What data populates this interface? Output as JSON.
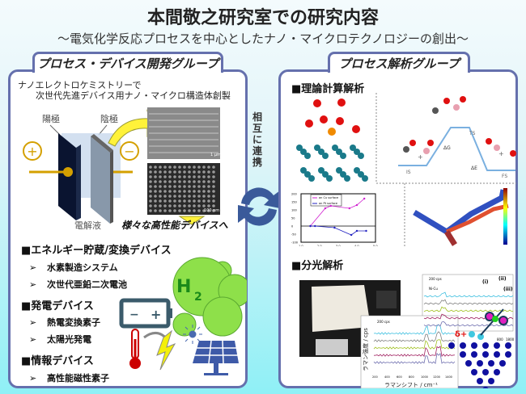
{
  "header": {
    "title": "本間敬之研究室での研究内容",
    "subtitle": "～電気化学反応プロセスを中心としたナノ・マイクロテクノロジーの創出～"
  },
  "left": {
    "tab": "プロセス・デバイス開発グループ",
    "intro1": "ナノエレクトロケミストリーで",
    "intro2": "次世代先進デバイス用ナノ・マイクロ構造体創製",
    "anode": "陽極",
    "cathode": "陰極",
    "electrolyte": "電解液",
    "plus": "+",
    "minus": "−",
    "sem_scale1": "1 μm",
    "sem_scale2": "100 nm",
    "to_devices": "様々な高性能デバイスへ",
    "sections": [
      {
        "title": "■エネルギー貯蔵/変換デバイス",
        "items": [
          "水素製造システム",
          "次世代亜鉛二次電池"
        ]
      },
      {
        "title": "■発電デバイス",
        "items": [
          "熱電変換素子",
          "太陽光発電"
        ]
      },
      {
        "title": "■情報デバイス",
        "items": [
          "高性能磁性素子"
        ]
      }
    ],
    "h2": "H",
    "h2_sub": "2",
    "battery_minus": "−",
    "battery_plus": "+",
    "bullet": "➢"
  },
  "center": {
    "link": "相互に連携"
  },
  "right": {
    "tab": "プロセス解析グループ",
    "calc_title": "■理論計算解析",
    "energy": {
      "ts": "TS",
      "is": "IS",
      "fs": "FS",
      "dg": "ΔG",
      "de": "ΔE",
      "plus": "+"
    },
    "chart": {
      "legend": [
        "on Cu surface",
        "on Pt surface"
      ],
      "yticks": [
        "200",
        "150",
        "100",
        "50",
        "0",
        "-50",
        "-100"
      ],
      "xticks": [
        "1.0",
        "2.0",
        "3.0",
        "4.0",
        "5.0"
      ],
      "series": [
        {
          "name": "on Cu surface",
          "color": "#d020d0",
          "x": [
            1.5,
            2.3,
            2.6,
            3.6,
            4.0,
            4.4
          ],
          "y": [
            0,
            110,
            125,
            110,
            130,
            170
          ]
        },
        {
          "name": "on Pt surface",
          "color": "#2020c0",
          "x": [
            1.5,
            1.75,
            2.8,
            3.7,
            4.0,
            4.5
          ],
          "y": [
            0,
            0,
            -10,
            -55,
            -30,
            -30
          ]
        }
      ]
    },
    "spec_title": "■分光解析",
    "spectra": {
      "scale": "200 cps",
      "label": "Ni-Cu",
      "peaks": [
        "(i)",
        "(ii)",
        "(iii)"
      ],
      "xticks": [
        "200",
        "400",
        "600",
        "800",
        "1000",
        "1200",
        "1400"
      ],
      "xlabel": "ラマンシフト / cm⁻¹",
      "ylabel": "ラマン強度 / cps",
      "xticks2": [
        "800",
        "1800"
      ],
      "delta": "δ+"
    }
  },
  "colors": {
    "border": "#6570ad",
    "arrow": "#3a5a9a",
    "gold": "#d4a000",
    "green": "#8ee04a"
  }
}
